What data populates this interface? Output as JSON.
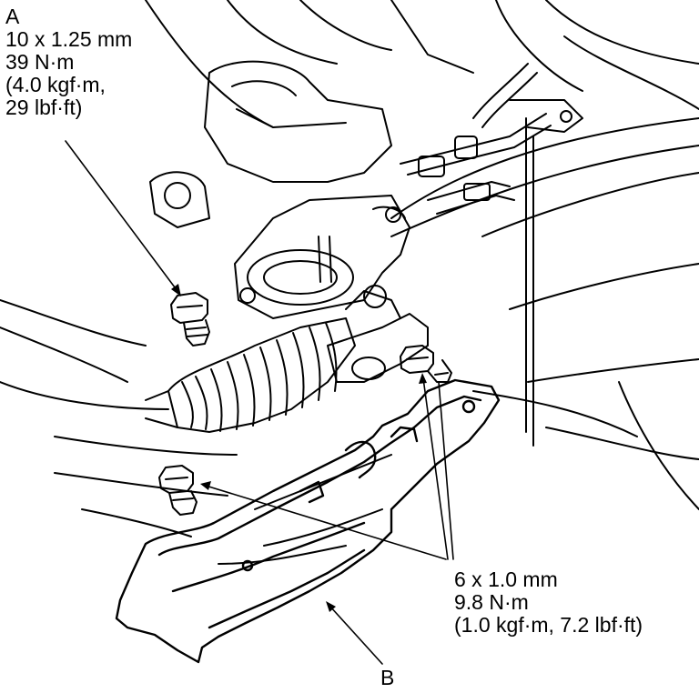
{
  "callout_a": {
    "letter": "A",
    "size": "10 x 1.25 mm",
    "torque_nm": "39 N·m",
    "torque_kgf": "(4.0 kgf·m,",
    "torque_lbf": "29 lbf·ft)"
  },
  "callout_bolts_b": {
    "size": "6 x 1.0 mm",
    "torque_nm": "9.8 N·m",
    "torque_imperial": "(1.0 kgf·m, 7.2 lbf·ft)"
  },
  "callout_b": {
    "letter": "B"
  },
  "colors": {
    "ink": "#000000",
    "paper": "#ffffff"
  },
  "icons": [
    "bolt-icon",
    "splash-shield-icon",
    "steering-boot-icon"
  ]
}
